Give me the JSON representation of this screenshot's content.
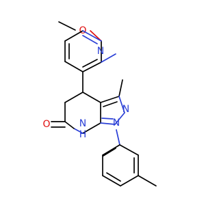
{
  "molecule": {
    "colors": {
      "carbon_bond": "#000000",
      "nitrogen": "#2a3fd6",
      "oxygen": "#e01010"
    },
    "atom_labels": {
      "methoxy_oxygen": "O",
      "pyridine_nitrogen": "N",
      "pyrazole_nitrogen_2": "N",
      "pyrazole_nitrogen_1": "N",
      "lactam_nh": "N",
      "lactam_h": "H",
      "carbonyl_oxygen": "O"
    }
  }
}
